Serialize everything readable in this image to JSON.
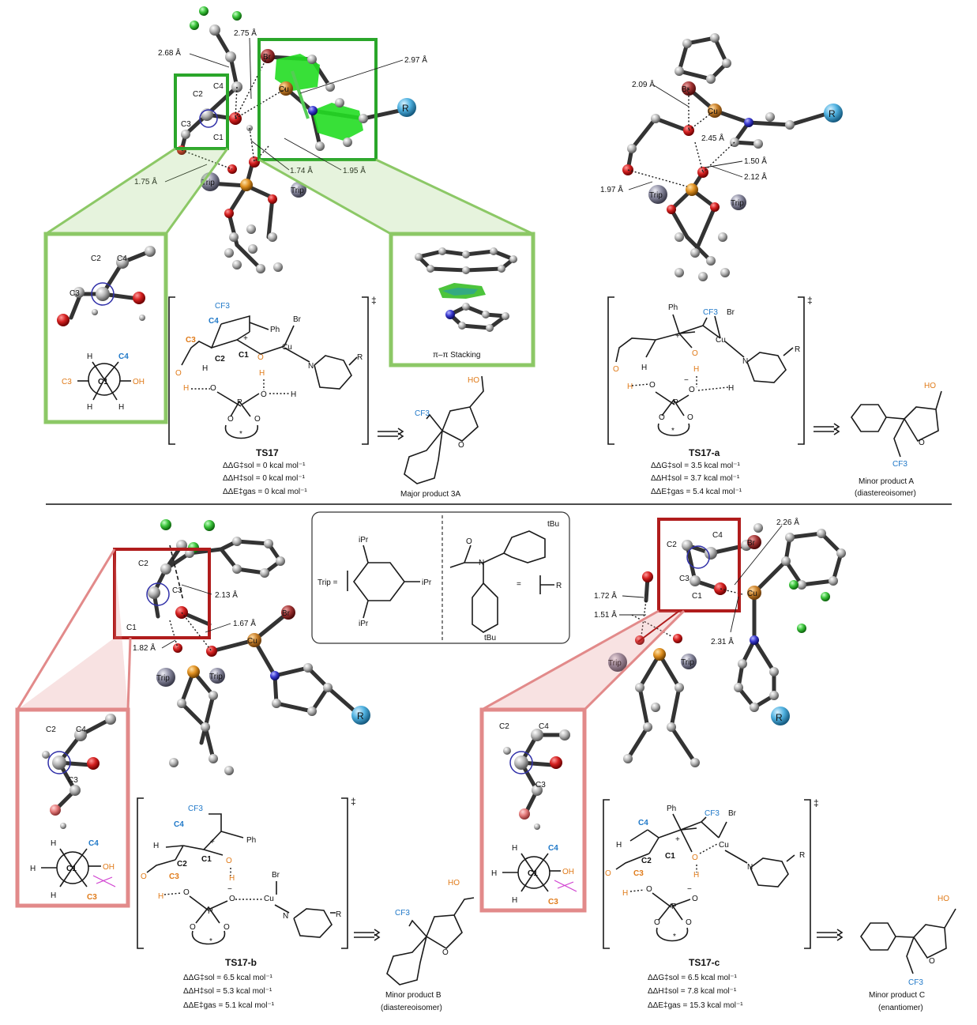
{
  "distances": {
    "a275": "2.75 Å",
    "a268": "2.68 Å",
    "a297": "2.97 Å",
    "a174": "1.74 Å",
    "a195": "1.95 Å",
    "a175": "1.75 Å",
    "a209": "2.09 Å",
    "a245": "2.45 Å",
    "a150": "1.50 Å",
    "a212": "2.12 Å",
    "a197": "1.97 Å",
    "a213": "2.13 Å",
    "a167": "1.67 Å",
    "a182": "1.82 Å",
    "a226": "2.26 Å",
    "a172": "1.72 Å",
    "a151": "1.51 Å",
    "a231": "2.31 Å"
  },
  "atoms": {
    "br": "Br",
    "cu": "Cu",
    "r": "R",
    "trip": "Trip",
    "c1": "C1",
    "c2": "C2",
    "c3": "C3",
    "c4": "C4",
    "h": "H",
    "oh": "OH",
    "o": "O",
    "p": "P",
    "n": "N",
    "cf3": "CF3",
    "ph": "Ph",
    "ho": "HO",
    "plus": "+",
    "minus": "−",
    "star": "*",
    "ddagger": "‡"
  },
  "stacking_caption": "π–π Stacking",
  "legend": {
    "trip_label": "Trip =",
    "ipr": "iPr",
    "tbu": "tBu",
    "equals": "="
  },
  "ts17": {
    "name": "TS17",
    "dG": "ΔΔG‡sol = 0 kcal mol⁻¹",
    "dH": "ΔΔH‡sol = 0 kcal mol⁻¹",
    "dE": "ΔΔE‡gas = 0 kcal mol⁻¹",
    "product": "Major product  3A"
  },
  "ts17a": {
    "name": "TS17-a",
    "dG": "ΔΔG‡sol = 3.5 kcal mol⁻¹",
    "dH": "ΔΔH‡sol = 3.7 kcal mol⁻¹",
    "dE": "ΔΔE‡gas = 5.4 kcal mol⁻¹",
    "product": "Minor product A",
    "product_note": "(diastereoisomer)"
  },
  "ts17b": {
    "name": "TS17-b",
    "dG": "ΔΔG‡sol = 6.5 kcal mol⁻¹",
    "dH": "ΔΔH‡sol = 5.3 kcal mol⁻¹",
    "dE": "ΔΔE‡gas = 5.1 kcal mol⁻¹",
    "product": "Minor product B",
    "product_note": "(diastereoisomer)"
  },
  "ts17c": {
    "name": "TS17-c",
    "dG": "ΔΔG‡sol = 6.5 kcal mol⁻¹",
    "dH": "ΔΔH‡sol = 7.8 kcal mol⁻¹",
    "dE": "ΔΔE‡gas = 15.3 kcal mol⁻¹",
    "product": "Minor product C",
    "product_note": "(enantiomer)"
  },
  "colors": {
    "green_dark": "#2aa62a",
    "green_light": "#8cc866",
    "red_dark": "#b01c1c",
    "red_light": "#e28a8a",
    "blue_label": "#1f78c8",
    "orange_label": "#e07b1a",
    "cu_atom": "#c8802a",
    "br_atom": "#a33434",
    "r_atom": "#4fb1e0",
    "trip_atom": "#8a8aa0",
    "p_atom": "#e09020",
    "o_atom": "#d42020",
    "n_atom": "#3a3ad0",
    "f_atom": "#3cc43c"
  }
}
